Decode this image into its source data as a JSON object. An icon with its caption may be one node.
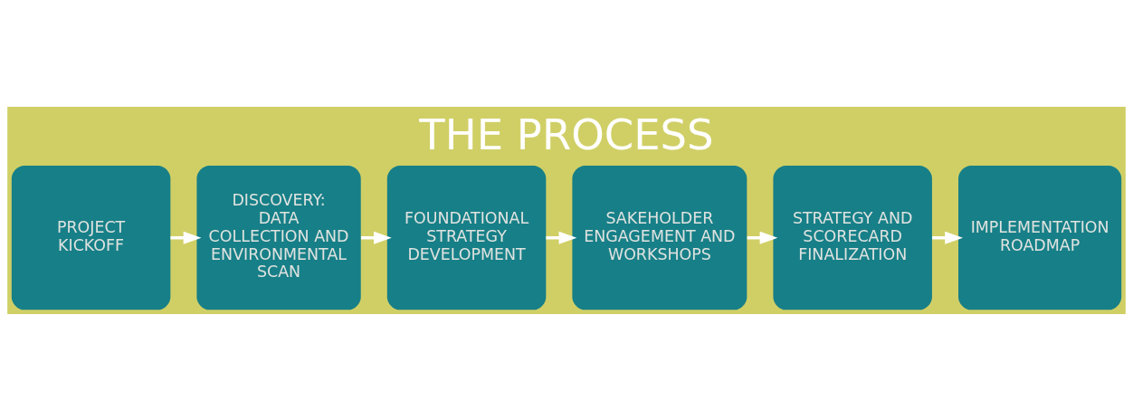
{
  "diagram": {
    "title": "THE PROCESS",
    "nodes": [
      {
        "text": [
          "PROJECT KICKOFF"
        ]
      },
      {
        "text": [
          "DISCOVERY: DATA COLLECTION AND ENVIRONMENTAL SCAN"
        ]
      },
      {
        "text": [
          "FOUNDATIONAL STRATEGY DEVELOPMENT"
        ]
      },
      {
        "text": [
          "SAKEHOLDER ENGAGEMENT AND WORKSHOPS"
        ]
      },
      {
        "text": [
          "STRATEGY AND SCORECARD FINALIZATION"
        ]
      },
      {
        "text": [
          "IMPLEMENTATION ROADMAP"
        ]
      }
    ],
    "edges": [
      {
        "from": 0,
        "to": 1,
        "arrow": "to"
      },
      {
        "from": 1,
        "to": 2,
        "arrow": "to"
      },
      {
        "from": 2,
        "to": 3,
        "arrow": "to"
      },
      {
        "from": 3,
        "to": 4,
        "arrow": "to"
      },
      {
        "from": 4,
        "to": 5,
        "arrow": "to"
      }
    ]
  }
}
